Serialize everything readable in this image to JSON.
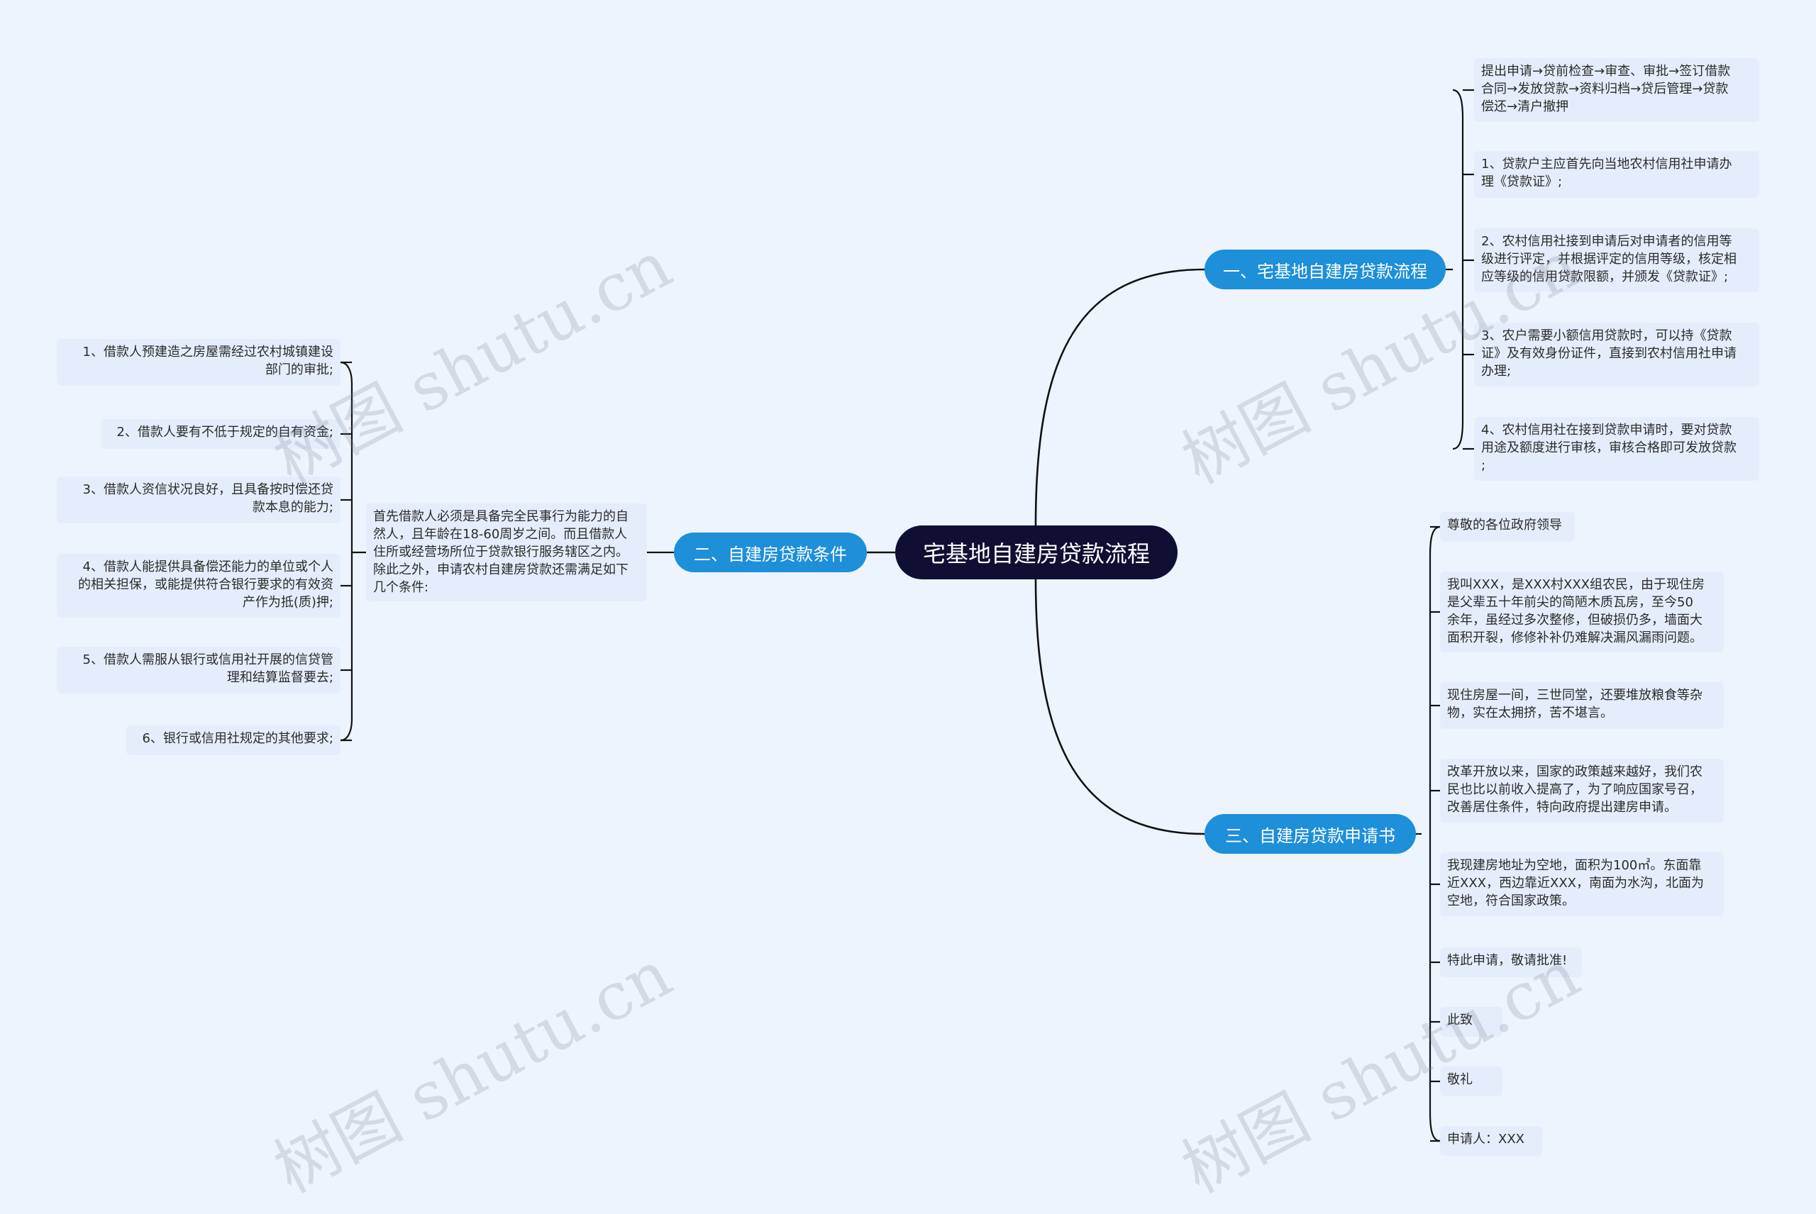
{
  "root": {
    "label": "宅基地自建房贷款流程"
  },
  "branches": {
    "b1": {
      "label": "一、宅基地自建房贷款流程",
      "items": [
        [
          "提出申请→贷前检查→审查、审批→签订借款",
          "合同→发放贷款→资料归档→贷后管理→贷款",
          "偿还→清户撤押"
        ],
        [
          "1、贷款户主应首先向当地农村信用社申请办",
          "理《贷款证》;"
        ],
        [
          "2、农村信用社接到申请后对申请者的信用等",
          "级进行评定，并根据评定的信用等级，核定相",
          "应等级的信用贷款限额，并颁发《贷款证》;"
        ],
        [
          "3、农户需要小额信用贷款时，可以持《贷款",
          "证》及有效身份证件，直接到农村信用社申请",
          "办理;"
        ],
        [
          "4、农村信用社在接到贷款申请时，要对贷款",
          "用途及额度进行审核，审核合格即可发放贷款",
          ";"
        ]
      ]
    },
    "b2": {
      "label": "二、自建房贷款条件",
      "intro": [
        "首先借款人必须是具备完全民事行为能力的自",
        "然人，且年龄在18-60周岁之间。而且借款人",
        "住所或经营场所位于贷款银行服务辖区之内。",
        "除此之外，申请农村自建房贷款还需满足如下",
        "几个条件:"
      ],
      "items": [
        [
          "1、借款人预建造之房屋需经过农村城镇建设",
          "部门的审批;"
        ],
        [
          "2、借款人要有不低于规定的自有资金;"
        ],
        [
          "3、借款人资信状况良好，且具备按时偿还贷",
          "款本息的能力;"
        ],
        [
          "4、借款人能提供具备偿还能力的单位或个人",
          "的相关担保，或能提供符合银行要求的有效资",
          "产作为抵(质)押;"
        ],
        [
          "5、借款人需服从银行或信用社开展的信贷管",
          "理和结算监督要去;"
        ],
        [
          "6、银行或信用社规定的其他要求;"
        ]
      ]
    },
    "b3": {
      "label": "三、自建房贷款申请书",
      "items": [
        [
          "尊敬的各位政府领导"
        ],
        [
          "我叫XXX，是XXX村XXX组农民，由于现住房",
          "是父辈五十年前尖的简陋木质瓦房，至今50",
          "余年，虽经过多次整修，但破损仍多，墙面大",
          "面积开裂，修修补补仍难解决漏风漏雨问题。"
        ],
        [
          "现住房屋一间，三世同堂，还要堆放粮食等杂",
          "物，实在太拥挤，苦不堪言。"
        ],
        [
          "改革开放以来，国家的政策越来越好，我们农",
          "民也比以前收入提高了，为了响应国家号召，",
          "改善居住条件，特向政府提出建房申请。"
        ],
        [
          "我现建房地址为空地，面积为100㎡。东面靠",
          "近XXX，西边靠近XXX，南面为水沟，北面为",
          "空地，符合国家政策。"
        ],
        [
          "特此申请，敬请批准!"
        ],
        [
          "此致"
        ],
        [
          "敬礼"
        ],
        [
          "申请人：XXX"
        ]
      ]
    }
  },
  "watermarks": [
    "树图 shutu.cn",
    "树图 shutu.cn",
    "树图 shutu.cn",
    "树图 shutu.cn"
  ],
  "colors": {
    "background": "#eef4fe",
    "root": "#0f0f33",
    "branch": "#1e8fd9",
    "leaf": "#e5edfd",
    "line": "#111111"
  }
}
